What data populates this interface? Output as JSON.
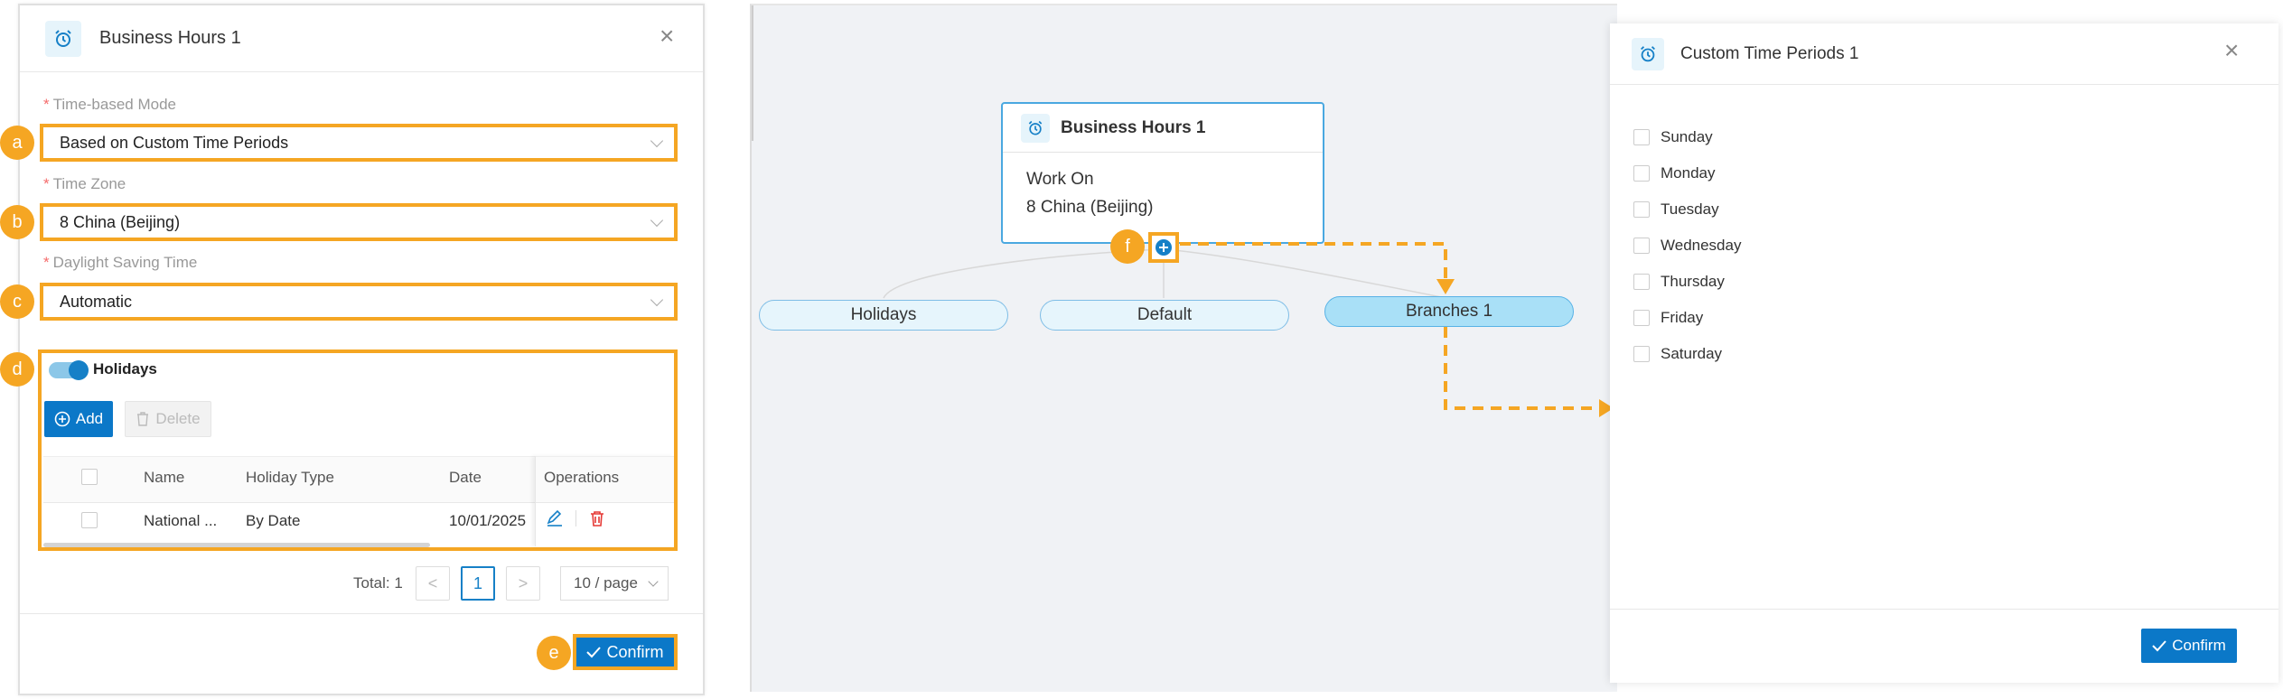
{
  "left_panel": {
    "title": "Business Hours 1",
    "time_based_mode": {
      "label": "Time-based Mode",
      "value": "Based on Custom Time Periods"
    },
    "time_zone": {
      "label": "Time Zone",
      "value": "8 China (Beijing)"
    },
    "daylight_saving": {
      "label": "Daylight Saving Time",
      "value": "Automatic"
    },
    "holidays": {
      "label": "Holidays",
      "enabled": true,
      "add_label": "Add",
      "delete_label": "Delete",
      "columns": [
        "Name",
        "Holiday Type",
        "Date",
        "Operations"
      ],
      "rows": [
        {
          "name": "National ...",
          "type": "By Date",
          "date": "10/01/2025"
        }
      ]
    },
    "pagination": {
      "total": "Total: 1",
      "prev": "<",
      "page": "1",
      "next": ">",
      "page_size": "10 / page"
    },
    "confirm_label": "Confirm"
  },
  "callouts": {
    "a": "a",
    "b": "b",
    "c": "c",
    "d": "d",
    "e": "e",
    "f": "f"
  },
  "canvas": {
    "node": {
      "title": "Business Hours 1",
      "line1": "Work On",
      "line2": "8 China (Beijing)"
    },
    "branches": [
      "Holidays",
      "Default",
      "Branches 1"
    ]
  },
  "drawer": {
    "title": "Custom Time Periods 1",
    "days": [
      "Sunday",
      "Monday",
      "Tuesday",
      "Wednesday",
      "Thursday",
      "Friday",
      "Saturday"
    ],
    "confirm_label": "Confirm"
  },
  "colors": {
    "accent": "#0b78c8",
    "highlight": "#f5a623",
    "danger": "#e53935"
  }
}
